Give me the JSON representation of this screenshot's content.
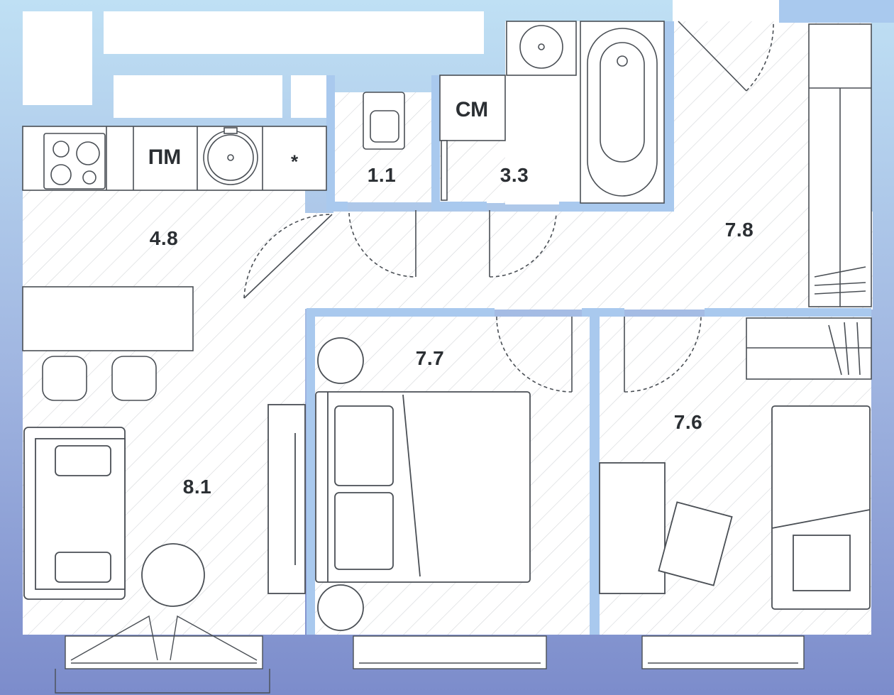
{
  "plan": {
    "colors": {
      "wall_top": "#b9dcf2",
      "wall_bottom": "#7f8fcb",
      "line": "#4a4f55",
      "hatch": "#d0d3d6"
    },
    "rooms": [
      {
        "id": "kitchen",
        "area": "4.8"
      },
      {
        "id": "living",
        "area": "8.1"
      },
      {
        "id": "bedroom",
        "area": "7.7"
      },
      {
        "id": "second-room",
        "area": "7.6"
      },
      {
        "id": "hall",
        "area": "7.8"
      },
      {
        "id": "toilet",
        "area": "1.1"
      },
      {
        "id": "laundry",
        "area": "3.3"
      }
    ],
    "fixtures": {
      "dishwasher": "ПМ",
      "washing_machine": "СМ",
      "fridge_mark": "*"
    }
  }
}
